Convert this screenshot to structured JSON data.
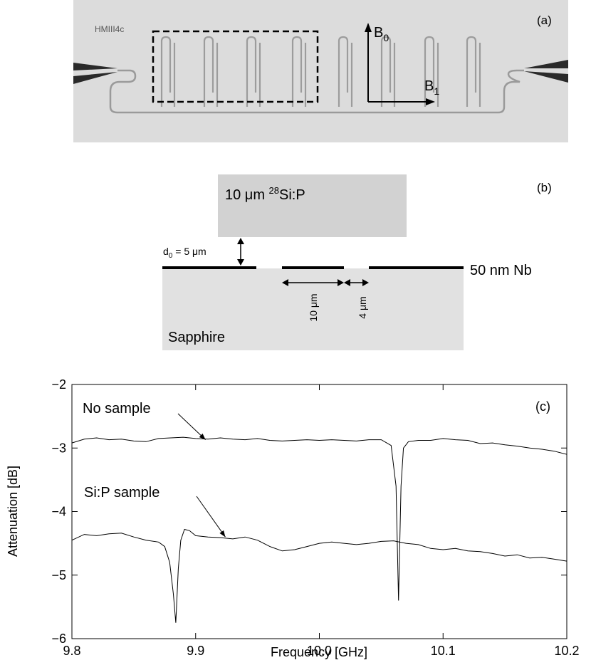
{
  "panel_a": {
    "label": "(a)",
    "chip_label": "HMIII4c",
    "b0": "B",
    "b0_sub": "0",
    "b1": "B",
    "b1_sub": "1"
  },
  "panel_b": {
    "label": "(b)",
    "sample_label": "10 μm ",
    "sample_sup": "28",
    "sample_rest": "Si:P",
    "gap_label": "d",
    "gap_sub": "0",
    "gap_rest": " = 5 μm",
    "metal_label": "50 nm Nb",
    "width_label": "10 μm",
    "spacing_label": "4 μm",
    "substrate_label": "Sapphire"
  },
  "chart_data": {
    "type": "line",
    "label": "(c)",
    "xlabel": "Frequency [GHz]",
    "ylabel": "Attenuation [dB]",
    "xlim": [
      9.8,
      10.2
    ],
    "ylim": [
      -6,
      -2
    ],
    "xticks": [
      9.8,
      9.9,
      10.0,
      10.1,
      10.2
    ],
    "xtick_labels": [
      "9.8",
      "9.9",
      "10.0",
      "10.1",
      "10.2"
    ],
    "yticks": [
      -6,
      -5,
      -4,
      -3,
      -2
    ],
    "ytick_labels": [
      "−6",
      "−5",
      "−4",
      "−3",
      "−2"
    ],
    "grid": false,
    "annotations": [
      {
        "text": "No sample",
        "x": 9.908,
        "y": -2.87
      },
      {
        "text": "Si:P sample",
        "x": 9.924,
        "y": -4.4
      }
    ],
    "series": [
      {
        "x": [
          9.8,
          9.81,
          9.82,
          9.83,
          9.84,
          9.85,
          9.86,
          9.87,
          9.88,
          9.89,
          9.9,
          9.91,
          9.92,
          9.93,
          9.94,
          9.95,
          9.96,
          9.97,
          9.98,
          9.99,
          10.0,
          10.01,
          10.02,
          10.03,
          10.04,
          10.05,
          10.058,
          10.062,
          10.064,
          10.066,
          10.068,
          10.072,
          10.08,
          10.09,
          10.1,
          10.11,
          10.12,
          10.13,
          10.14,
          10.15,
          10.16,
          10.17,
          10.18,
          10.19,
          10.2
        ],
        "values": [
          -2.92,
          -2.86,
          -2.84,
          -2.87,
          -2.86,
          -2.89,
          -2.9,
          -2.85,
          -2.84,
          -2.83,
          -2.85,
          -2.86,
          -2.84,
          -2.86,
          -2.87,
          -2.85,
          -2.88,
          -2.89,
          -2.88,
          -2.87,
          -2.88,
          -2.87,
          -2.88,
          -2.89,
          -2.87,
          -2.87,
          -2.96,
          -3.6,
          -5.4,
          -3.6,
          -3.0,
          -2.9,
          -2.88,
          -2.88,
          -2.85,
          -2.87,
          -2.88,
          -2.93,
          -2.92,
          -2.95,
          -2.97,
          -3.0,
          -3.02,
          -3.05,
          -3.1
        ]
      },
      {
        "x": [
          9.8,
          9.81,
          9.82,
          9.83,
          9.84,
          9.85,
          9.86,
          9.87,
          9.875,
          9.879,
          9.882,
          9.884,
          9.886,
          9.888,
          9.891,
          9.895,
          9.9,
          9.91,
          9.92,
          9.93,
          9.94,
          9.95,
          9.96,
          9.97,
          9.98,
          9.99,
          10.0,
          10.01,
          10.02,
          10.03,
          10.04,
          10.05,
          10.06,
          10.07,
          10.08,
          10.09,
          10.1,
          10.11,
          10.12,
          10.13,
          10.14,
          10.15,
          10.16,
          10.17,
          10.18,
          10.19,
          10.2
        ],
        "values": [
          -4.45,
          -4.36,
          -4.38,
          -4.35,
          -4.34,
          -4.4,
          -4.45,
          -4.48,
          -4.55,
          -4.8,
          -5.3,
          -5.75,
          -4.9,
          -4.45,
          -4.28,
          -4.3,
          -4.38,
          -4.4,
          -4.41,
          -4.43,
          -4.4,
          -4.45,
          -4.55,
          -4.62,
          -4.6,
          -4.55,
          -4.5,
          -4.48,
          -4.5,
          -4.52,
          -4.5,
          -4.47,
          -4.46,
          -4.5,
          -4.52,
          -4.58,
          -4.6,
          -4.58,
          -4.62,
          -4.63,
          -4.66,
          -4.7,
          -4.68,
          -4.73,
          -4.72,
          -4.75,
          -4.78
        ]
      }
    ]
  }
}
